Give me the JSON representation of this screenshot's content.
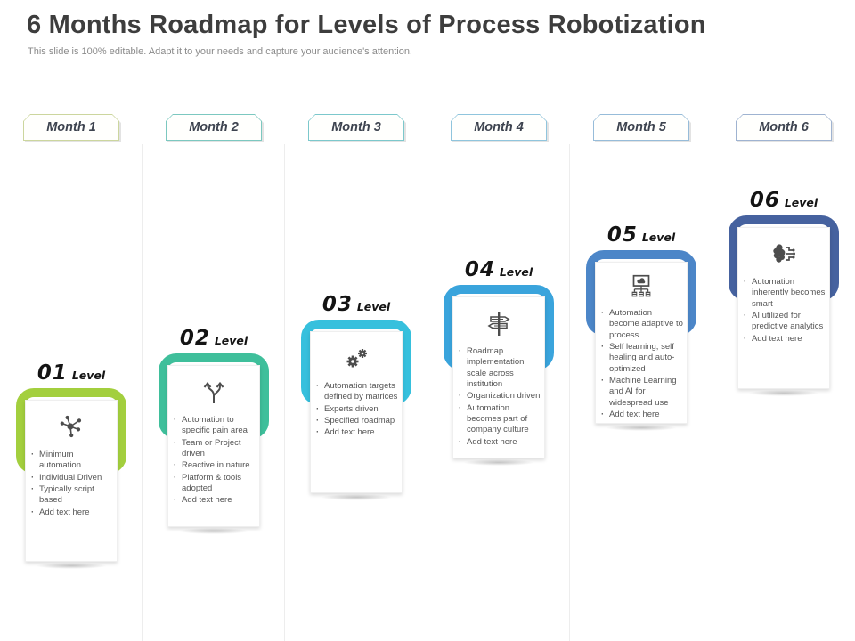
{
  "slide": {
    "title": "6 Months Roadmap for Levels of Process Robotization",
    "subtitle": "This slide is 100% editable. Adapt it to your needs and capture your audience's attention."
  },
  "columns": [
    {
      "month": "Month 1",
      "level_number": "01",
      "level_label": "Level",
      "accent": "#a3cf3e",
      "month_border": "#ccd69e",
      "icon": "hub-network-icon",
      "bullets": [
        "Minimum automation",
        "Individual Driven",
        "Typically script based",
        "Add text here"
      ]
    },
    {
      "month": "Month 2",
      "level_number": "02",
      "level_label": "Level",
      "accent": "#3fbf9b",
      "month_border": "#7cc8c0",
      "icon": "split-arrow-icon",
      "bullets": [
        "Automation to specific pain area",
        "Team or Project driven",
        "Reactive in nature",
        "Platform & tools adopted",
        "Add text here"
      ]
    },
    {
      "month": "Month 3",
      "level_number": "03",
      "level_label": "Level",
      "accent": "#36c0dd",
      "month_border": "#7cc8cc",
      "icon": "gears-icon",
      "bullets": [
        "Automation targets defined by matrices",
        "Experts driven",
        "Specified roadmap",
        "Add text here"
      ]
    },
    {
      "month": "Month 4",
      "level_number": "04",
      "level_label": "Level",
      "accent": "#3aa4dc",
      "month_border": "#90c5dd",
      "icon": "signpost-icon",
      "bullets": [
        "Roadmap implementation scale across institution",
        "Organization driven",
        "Automation becomes part of company culture",
        "Add text here"
      ]
    },
    {
      "month": "Month 5",
      "level_number": "05",
      "level_label": "Level",
      "accent": "#4c86c8",
      "month_border": "#97bcd9",
      "icon": "cloud-automation-icon",
      "bullets": [
        "Automation become adaptive to process",
        "Self learning, self healing and auto-optimized",
        "Machine Learning and AI for widespread use",
        "Add text here"
      ]
    },
    {
      "month": "Month 6",
      "level_number": "06",
      "level_label": "Level",
      "accent": "#46629f",
      "month_border": "#9fb3d1",
      "icon": "ai-brain-icon",
      "bullets": [
        "Automation inherently becomes smart",
        "AI utilized  for predictive analytics",
        "Add text here"
      ]
    }
  ]
}
